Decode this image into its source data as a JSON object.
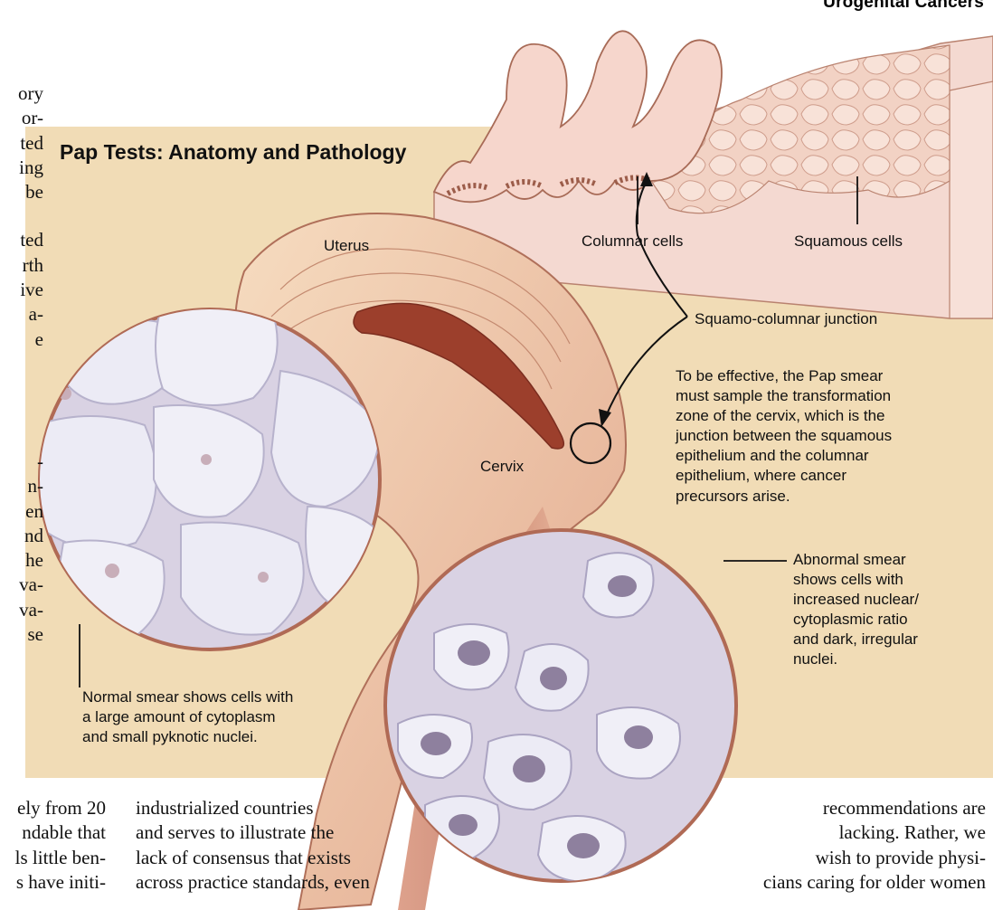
{
  "header": {
    "section": "Urogenital Cancers"
  },
  "figure": {
    "title": "Pap Tests: Anatomy and Pathology",
    "labels": {
      "columnar": "Columnar cells",
      "squamous": "Squamous cells",
      "uterus": "Uterus",
      "junction": "Squamo-columnar junction",
      "cervix": "Cervix"
    },
    "captions": {
      "effective": [
        "To be effective, the Pap smear",
        "must sample the transformation",
        "zone of the cervix, which is the",
        "junction between the squamous",
        "epithelium and the columnar",
        "epithelium, where cancer",
        "precursors arise."
      ],
      "normal": [
        "Normal smear shows cells with",
        "a large amount of cytoplasm",
        "and small pyknotic nuclei."
      ],
      "abnormal": [
        "Abnormal smear",
        "shows cells with",
        "increased nuclear/",
        "cytoplasmic ratio",
        "and dark, irregular",
        "nuclei."
      ]
    },
    "colors": {
      "panel": "#f1dcb6",
      "tissue": "#f3d6cf",
      "tissue_dark": "#c97a62",
      "cell_fill": "#ecebf5",
      "smear_bg": "#d9d2e3"
    }
  },
  "body_text": {
    "left_column": [
      "ory",
      "or-",
      "ted",
      "ing",
      "be",
      "ted",
      "rth",
      "ive",
      "a-",
      "e",
      "-",
      "n-",
      "en",
      "nd",
      "he",
      "va-",
      "va-",
      "se"
    ],
    "bottom_left": [
      "ely from 20",
      "ndable that",
      "ls little ben-",
      "s have initi-"
    ],
    "bottom_center": [
      "industrialized countries",
      "and serves to illustrate the",
      "lack of consensus that exists",
      "across practice standards, even"
    ],
    "bottom_right": [
      "recommendations are",
      "lacking.  Rather,  we",
      "wish to provide physi-",
      "cians caring for older women"
    ]
  }
}
